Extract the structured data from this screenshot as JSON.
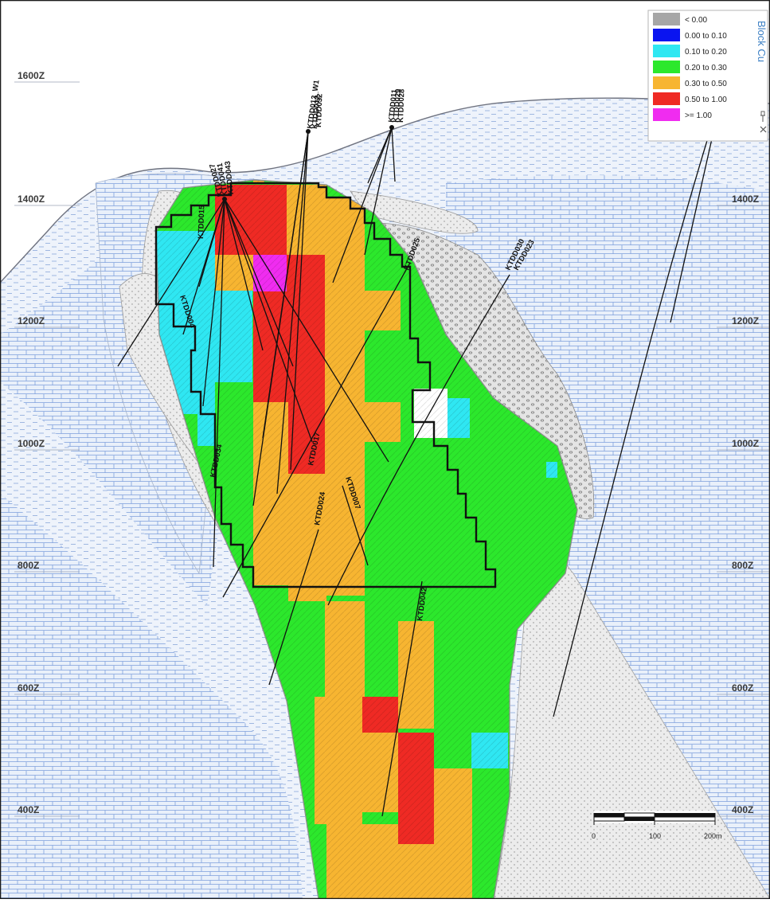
{
  "elevations": {
    "left": [
      "1600Z",
      "1400Z",
      "1200Z",
      "1000Z",
      "800Z",
      "600Z",
      "400Z"
    ],
    "right": [
      "1400Z",
      "1200Z",
      "1000Z",
      "800Z",
      "600Z",
      "400Z"
    ]
  },
  "legend": {
    "title": "Block Cu",
    "pin_icon": "pin-icon",
    "close_icon": "close-icon",
    "items": [
      {
        "label": "< 0.00",
        "color": "#a6a6a6"
      },
      {
        "label": "0.00 to 0.10",
        "color": "#0a14f0"
      },
      {
        "label": "0.10 to 0.20",
        "color": "#2fe7f2"
      },
      {
        "label": "0.20 to 0.30",
        "color": "#2ce82c"
      },
      {
        "label": "0.30 to 0.50",
        "color": "#f7b531"
      },
      {
        "label": "0.50 to 1.00",
        "color": "#ef2a24"
      },
      {
        "label": ">= 1.00",
        "color": "#f02cf0"
      }
    ]
  },
  "scale_bar": {
    "ticks": [
      "0",
      "100",
      "200m"
    ]
  },
  "drillholes": {
    "collar_a": [
      "KTDD013_W1",
      "KTDD012",
      "KTDD032"
    ],
    "collar_b": [
      "KTDD011",
      "KTDD029",
      "KTDD028"
    ],
    "collar_c": [
      "KTDD027",
      "KTDD041",
      "KTDD043"
    ],
    "others": [
      "KTDD015",
      "KTDD004",
      "KTDD034",
      "KTDD017",
      "KTDD024",
      "KTDD007",
      "KTDD025",
      "KTDD042",
      "KTDD030",
      "KTDD023"
    ]
  }
}
